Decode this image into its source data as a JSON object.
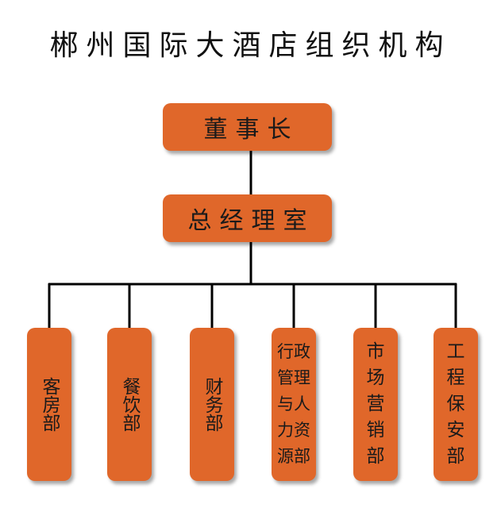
{
  "title": "郴州国际大酒店组织机构",
  "board": {
    "label": "董事长"
  },
  "general_manager": {
    "label": "总经理室"
  },
  "departments": [
    {
      "label": "客房部"
    },
    {
      "label": "餐饮部"
    },
    {
      "label": "财务部"
    },
    {
      "label_lines": [
        "行政",
        "管理",
        "与人",
        "力资",
        "源部"
      ]
    },
    {
      "label_lines": [
        "市",
        "场",
        "营",
        "销",
        "部"
      ]
    },
    {
      "label_lines": [
        "工",
        "程",
        "保",
        "安",
        "部"
      ]
    }
  ],
  "colors": {
    "box": "#E0672A",
    "line": "#000000",
    "text": "#1a1a1a"
  }
}
